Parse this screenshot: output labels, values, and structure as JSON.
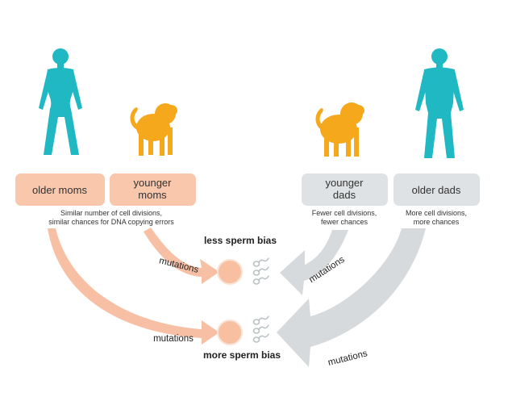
{
  "colors": {
    "human": "#1fb8c3",
    "monkey": "#f5a81c",
    "mom_box": "#f9c7ac",
    "dad_box": "#dfe2e4",
    "mom_arrow": "#f7c0a5",
    "dad_arrow": "#d7dadc",
    "egg_fill": "#f8bfa1",
    "egg_ring": "#f8e4d6",
    "sperm": "#b8c2c4"
  },
  "icons": {
    "human_female": "woman-silhouette-icon",
    "monkey_left": "macaque-icon",
    "monkey_right": "macaque-icon",
    "human_male": "man-silhouette-icon",
    "egg": "egg-cell-icon",
    "sperm": "sperm-cells-icon"
  },
  "boxes": {
    "older_moms": [
      "older moms"
    ],
    "younger_moms": [
      "younger",
      "moms"
    ],
    "younger_dads": [
      "younger",
      "dads"
    ],
    "older_dads": [
      "older dads"
    ]
  },
  "notes": {
    "moms": [
      "Similar number of cell divisions,",
      "similar chances for DNA copying errors"
    ],
    "younger_dads": [
      "Fewer cell divisions,",
      "fewer chances"
    ],
    "older_dads": [
      "More cell divisions,",
      "more chances"
    ]
  },
  "labels": {
    "less_bias": "less sperm bias",
    "more_bias": "more sperm bias",
    "mutations": "mutations"
  }
}
